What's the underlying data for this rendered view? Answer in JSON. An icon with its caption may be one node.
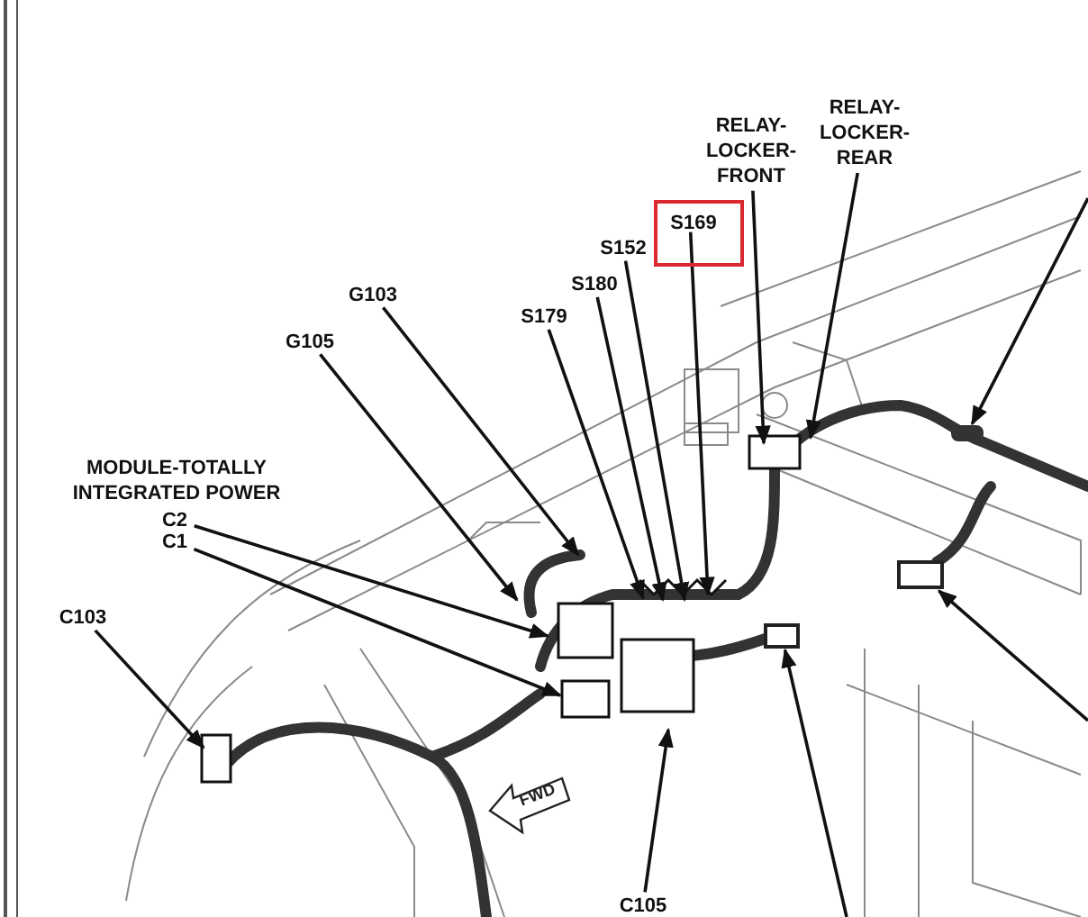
{
  "diagram": {
    "nodes": [
      {
        "text": [
          "RELAY-LOCKER-FRONT"
        ]
      },
      {
        "text": [
          "RELAY-LOCKER-REAR"
        ]
      },
      {
        "text": [],
        "shape": "box"
      },
      {
        "text": [
          "S169"
        ],
        "in": 2
      },
      {
        "text": [
          "S152"
        ]
      },
      {
        "text": [
          "S180"
        ]
      },
      {
        "text": [
          "S179"
        ]
      },
      {
        "text": [
          "G103"
        ]
      },
      {
        "text": [
          "G105"
        ]
      },
      {
        "text": [
          "MODULE-TOTALLY INTEGRATED POWER"
        ]
      },
      {
        "text": [
          "C2"
        ]
      },
      {
        "text": [
          "C1"
        ]
      },
      {
        "text": [
          "C103"
        ]
      },
      {
        "text": [
          "C105"
        ]
      },
      {
        "text": [],
        "shape": "bar"
      },
      {
        "text": [],
        "shape": "box"
      },
      {
        "text": [],
        "shape": "box"
      }
    ],
    "edges": [
      {
        "from": 0,
        "to": null,
        "arrow": "to"
      },
      {
        "from": 1,
        "to": null,
        "arrow": "to"
      },
      {
        "from": 3,
        "to": null,
        "arrow": "to"
      },
      {
        "from": 4,
        "to": null,
        "arrow": "to"
      },
      {
        "from": 5,
        "to": null,
        "arrow": "to"
      },
      {
        "from": 6,
        "to": null,
        "arrow": "to"
      },
      {
        "from": 7,
        "to": null,
        "arrow": "to"
      },
      {
        "from": 8,
        "to": null,
        "arrow": "to"
      },
      {
        "from": 10,
        "to": null,
        "arrow": "to"
      },
      {
        "from": 11,
        "to": null,
        "arrow": "to"
      },
      {
        "from": 12,
        "to": null,
        "arrow": "to"
      },
      {
        "from": 13,
        "to": null,
        "arrow": "to"
      },
      {
        "from": null,
        "to": 14,
        "arrow": "to"
      },
      {
        "from": null,
        "to": 15,
        "arrow": "to"
      },
      {
        "from": null,
        "to": 16,
        "arrow": "to"
      }
    ],
    "labels": [
      "FWD"
    ]
  }
}
